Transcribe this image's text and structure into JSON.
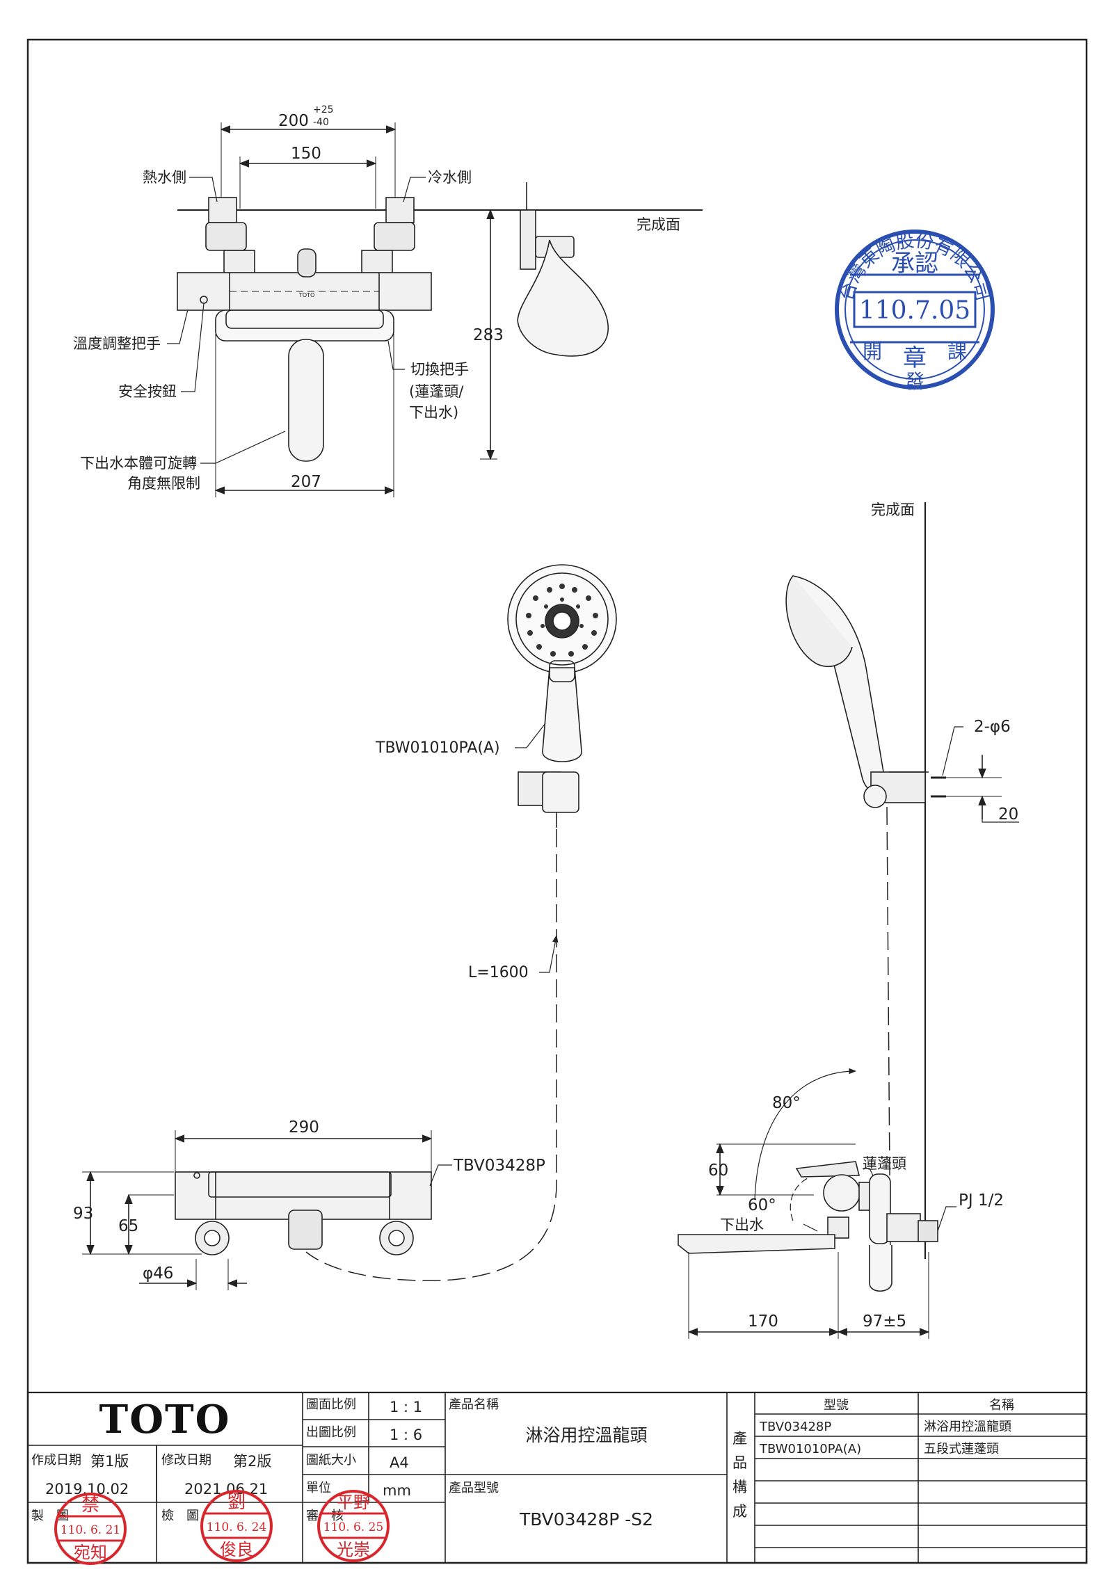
{
  "top_view": {
    "hot_side": "熱水側",
    "cold_side": "冷水側",
    "finish_surface": "完成面",
    "dim_200": "200",
    "dim_200_plus": "+25",
    "dim_200_minus": "-40",
    "dim_150": "150",
    "dim_283": "283",
    "dim_207": "207",
    "temp_handle": "溫度調整把手",
    "safety_button": "安全按鈕",
    "switch_handle_1": "切換把手",
    "switch_handle_2": "(蓮蓬頭/",
    "switch_handle_3": "下出水)",
    "spout_rotate_1": "下出水本體可旋轉",
    "spout_rotate_2": "角度無限制",
    "brand_small": "TOTO"
  },
  "handshower": {
    "model": "TBW01010PA(A)",
    "hose": "L=1600",
    "finish_surface": "完成面",
    "screw": "2-φ6",
    "dim_20": "20"
  },
  "front_view": {
    "dim_290": "290",
    "model": "TBV03428P",
    "dim_93": "93",
    "dim_65": "65",
    "dim_46": "φ46"
  },
  "side_view": {
    "angle_80": "80°",
    "angle_60": "60°",
    "dim_60": "60",
    "shower_label": "蓮蓬頭",
    "spout_label": "下出水",
    "pj": "PJ 1/2",
    "dim_170": "170",
    "dim_97": "97±5"
  },
  "stamp_company": {
    "name": "台灣東陶股份有限公司",
    "approve": "承認",
    "date": "110.7.05",
    "seal": "章",
    "dept_left": "開",
    "dept_mid": "發",
    "dept_right": "課"
  },
  "title_block": {
    "logo": "TOTO",
    "scale_label": "圖面比例",
    "scale_value": "1 : 1",
    "out_scale_label": "出圖比例",
    "out_scale_value": "1 : 6",
    "paper_label": "圖紙大小",
    "paper_value": "A4",
    "unit_label": "單位",
    "unit_value": "mm",
    "created_label": "作成日期",
    "created_ver": "第1版",
    "created_date": "2019.10.02",
    "modified_label": "修改日期",
    "modified_ver": "第2版",
    "modified_date": "2021.06.21",
    "drawn_label": "製　圖",
    "check_label": "檢　圖",
    "approve_label": "審　核",
    "product_name_label": "產品名稱",
    "product_name": "淋浴用控溫龍頭",
    "product_model_label": "產品型號",
    "product_model": "TBV03428P -S2",
    "composition_label_1": "產",
    "composition_label_2": "品",
    "composition_label_3": "構",
    "composition_label_4": "成",
    "col_model": "型號",
    "col_name": "名稱",
    "parts": [
      {
        "model": "TBV03428P",
        "name": "淋浴用控溫龍頭"
      },
      {
        "model": "TBW01010PA(A)",
        "name": "五段式蓮蓬頭"
      }
    ]
  },
  "red_stamps": {
    "drawn_top": "禁",
    "drawn_date": "110. 6. 21",
    "drawn_bottom": "宛知",
    "check_top": "劉",
    "check_date": "110. 6. 24",
    "check_bottom": "俊良",
    "approve_top": "平野",
    "approve_date": "110. 6. 25",
    "approve_bottom": "光崇"
  }
}
